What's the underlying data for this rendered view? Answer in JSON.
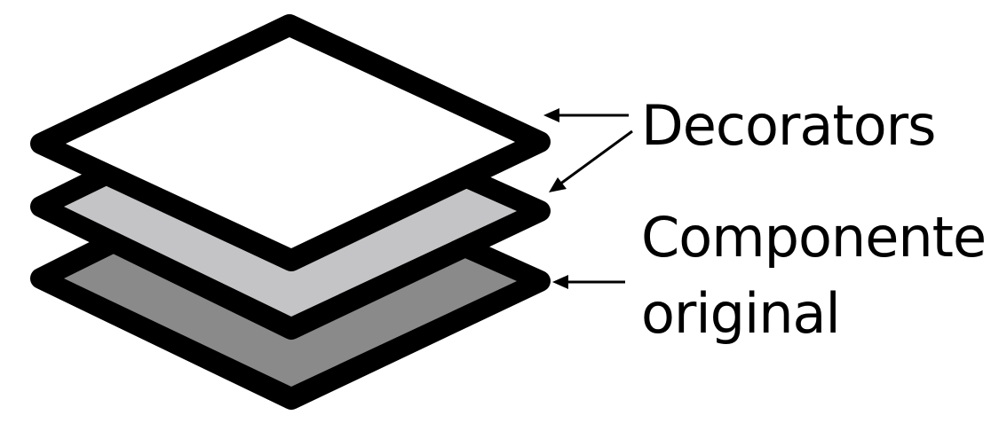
{
  "labels": {
    "decorators": "Decorators",
    "component_line1": "Componente",
    "component_line2": "original"
  },
  "colors": {
    "outline": "#000000",
    "top_layer": "#ffffff",
    "middle_layer": "#c4c4c6",
    "bottom_layer": "#8a8a8a",
    "background": "#ffffff"
  }
}
